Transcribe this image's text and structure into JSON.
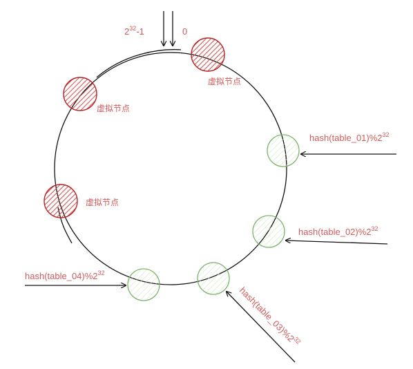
{
  "labels": {
    "max_value_base": "2",
    "max_value_exp": "32",
    "max_value_suffix": "-1",
    "zero": "0",
    "virtual_node": "虚拟节点",
    "hash_prefix_01": "hash(table_01)%2",
    "hash_prefix_02": "hash(table_02)%2",
    "hash_prefix_03": "hash(table_03)%2",
    "hash_prefix_04": "hash(table_04)%2",
    "exponent": "32"
  },
  "colors": {
    "label": "#d35a5a",
    "virtual_node_stroke": "#b22222",
    "virtual_node_fill": "#e06060",
    "physical_node_stroke": "#7fb26b",
    "physical_node_fill": "#cfe6c3",
    "ring": "#111111"
  }
}
